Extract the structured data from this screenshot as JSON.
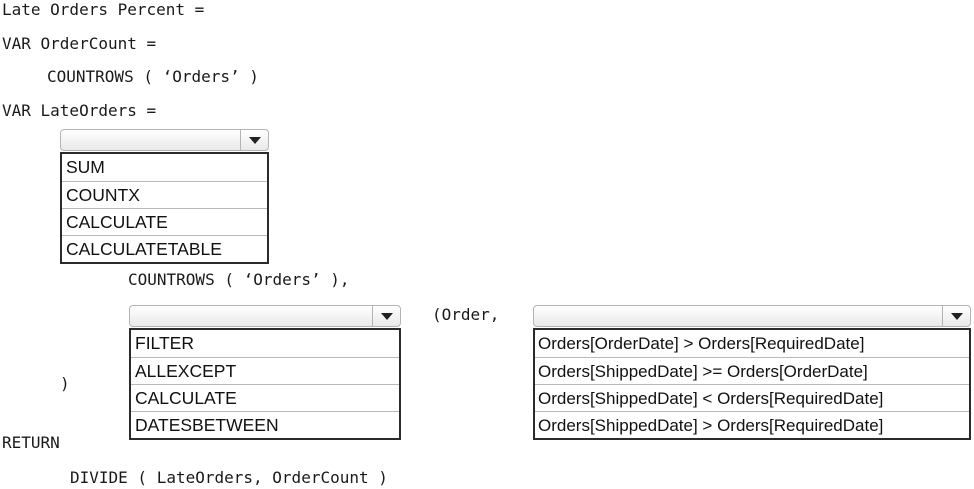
{
  "code": {
    "line1": "Late Orders Percent =",
    "line2": "VAR OrderCount =",
    "line3": "COUNTROWS ( ‘Orders’ )",
    "line4": "VAR LateOrders =",
    "line5": "COUNTROWS ( ‘Orders’ ),",
    "line6": "(Order,",
    "line7": ")",
    "line8": "RETURN",
    "line9": "DIVIDE ( LateOrders, OrderCount )"
  },
  "dropdowns": {
    "function": {
      "selected": "",
      "icon": "chevron-down-icon",
      "options": [
        "SUM",
        "COUNTX",
        "CALCULATE",
        "CALCULATETABLE"
      ]
    },
    "filter": {
      "selected": "",
      "icon": "chevron-down-icon",
      "options": [
        "FILTER",
        "ALLEXCEPT",
        "CALCULATE",
        "DATESBETWEEN"
      ]
    },
    "condition": {
      "selected": "",
      "icon": "chevron-down-icon",
      "options": [
        "Orders[OrderDate] > Orders[RequiredDate]",
        "Orders[ShippedDate] >= Orders[OrderDate]",
        "Orders[ShippedDate] < Orders[RequiredDate]",
        "Orders[ShippedDate] > Orders[RequiredDate]"
      ]
    }
  }
}
